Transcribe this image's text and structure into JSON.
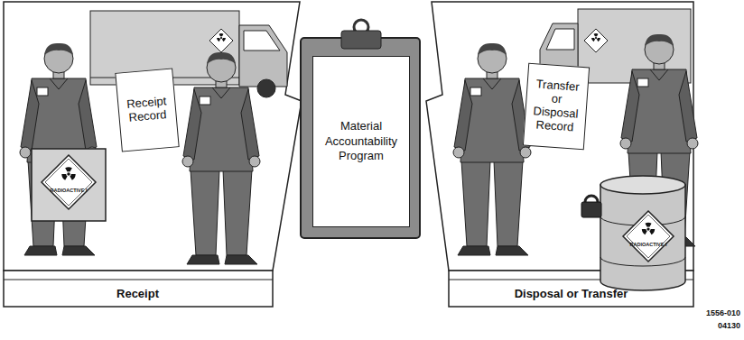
{
  "diagram": {
    "nodes": [
      {
        "text": [
          "Receipt"
        ]
      },
      {
        "text": [
          "Receipt Record"
        ],
        "in": 0
      },
      {
        "text": [
          "Material Accountability Program"
        ]
      },
      {
        "text": [
          "Disposal or Transfer"
        ]
      },
      {
        "text": [
          "Transfer or Disposal Record"
        ],
        "in": 3
      }
    ],
    "labels": [
      "RADIOACTIVE I",
      "RADIOACTIVE I",
      "1556-010",
      "04130"
    ]
  }
}
